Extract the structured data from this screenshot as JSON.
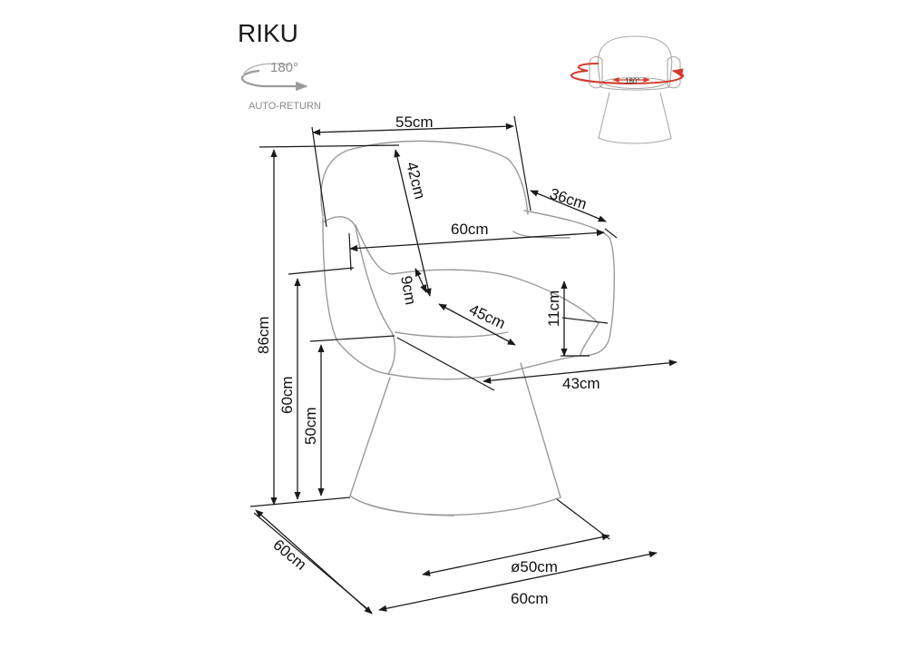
{
  "title": "RIKU",
  "rotation_badge": {
    "degrees": "180°",
    "caption": "AUTO-RETURN"
  },
  "thumbnail": {
    "rotation_label": "180°",
    "arrow_color": "#d43b2c"
  },
  "dimensions": {
    "width_top": "55cm",
    "back_height": "42cm",
    "armrest_depth": "36cm",
    "arm_span": "60cm",
    "seat_thickness": "9cm",
    "arm_height": "11cm",
    "seat_depth": "45cm",
    "seat_width": "43cm",
    "total_height": "86cm",
    "arm_top_height": "60cm",
    "seat_height": "50cm",
    "base_depth": "60cm",
    "base_diameter": "ø50cm",
    "base_width": "60cm"
  }
}
